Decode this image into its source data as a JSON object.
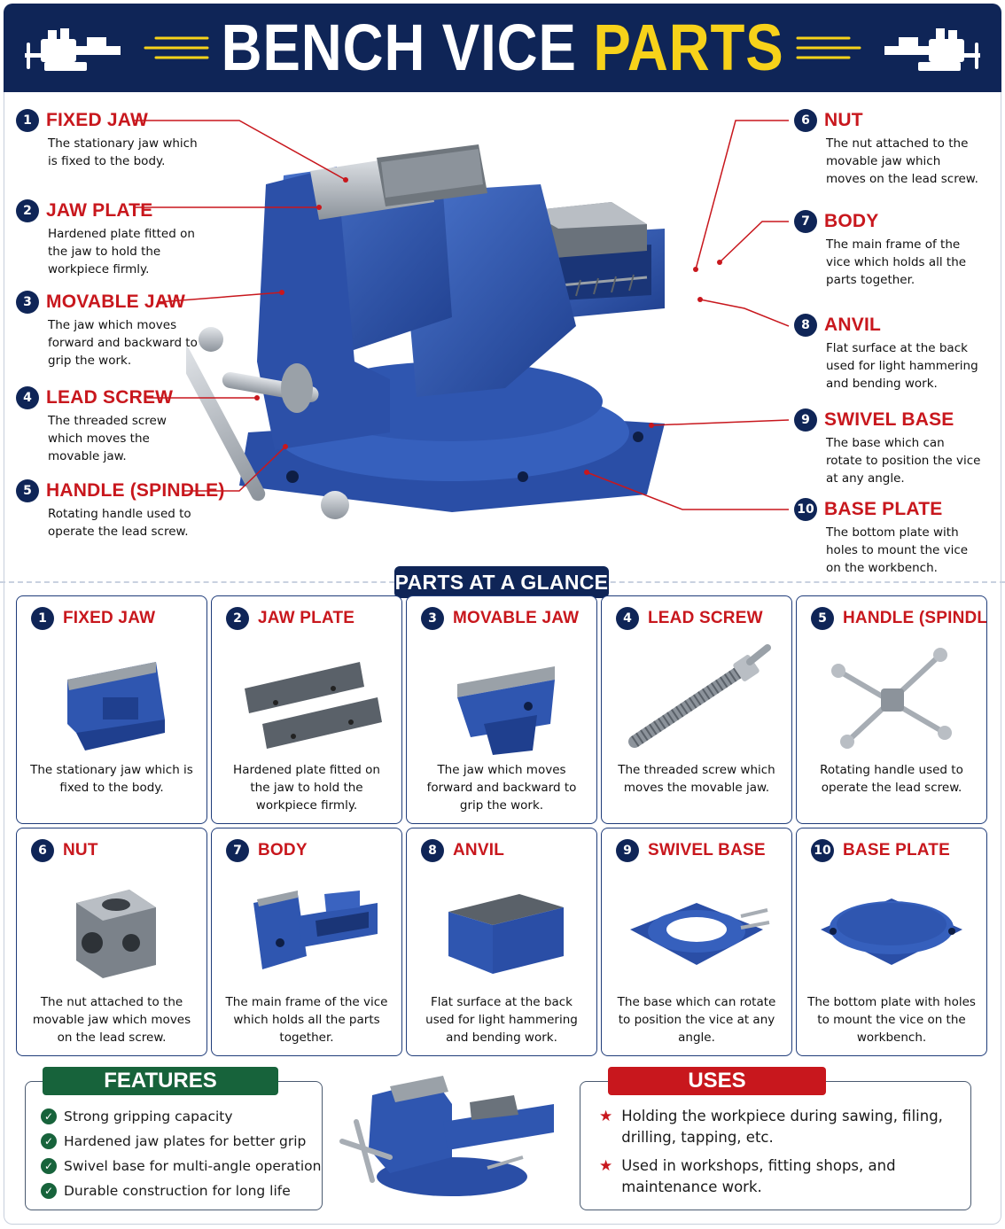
{
  "header": {
    "title_main": "BENCH VICE",
    "title_accent": "PARTS"
  },
  "colors": {
    "navy": "#0f2557",
    "red": "#c8171d",
    "yellow": "#f7d21a",
    "green": "#17633b",
    "vice_blue": "#2f56b0"
  },
  "parts": [
    {
      "num": "1",
      "name": "FIXED JAW",
      "desc": "The stationary jaw which is fixed to the body.",
      "icon": "fixed-jaw-icon"
    },
    {
      "num": "2",
      "name": "JAW PLATE",
      "desc": "Hardened plate fitted on the jaw to hold the workpiece firmly.",
      "icon": "jaw-plate-icon"
    },
    {
      "num": "3",
      "name": "MOVABLE JAW",
      "desc": "The jaw which moves forward and backward to grip the work.",
      "icon": "movable-jaw-icon"
    },
    {
      "num": "4",
      "name": "LEAD SCREW",
      "desc": "The threaded screw which moves the movable jaw.",
      "icon": "lead-screw-icon"
    },
    {
      "num": "5",
      "name": "HANDLE (SPINDLE)",
      "desc": "Rotating handle used to operate the lead screw.",
      "icon": "handle-icon"
    },
    {
      "num": "6",
      "name": "NUT",
      "desc": "The nut attached to the movable jaw which moves on the lead screw.",
      "icon": "nut-icon"
    },
    {
      "num": "7",
      "name": "BODY",
      "desc": "The main frame of the vice which holds all the parts together.",
      "icon": "body-icon"
    },
    {
      "num": "8",
      "name": "ANVIL",
      "desc": "Flat surface at the back used for light hammering and bending work.",
      "icon": "anvil-icon"
    },
    {
      "num": "9",
      "name": "SWIVEL BASE",
      "desc": "The base which can rotate to position the vice at any angle.",
      "icon": "swivel-base-icon"
    },
    {
      "num": "10",
      "name": "BASE PLATE",
      "desc": "The bottom plate with holes to mount the vice on the workbench.",
      "icon": "base-plate-icon"
    }
  ],
  "glance": {
    "title": "PARTS AT A GLANCE"
  },
  "features": {
    "title": "FEATURES",
    "items": [
      "Strong gripping capacity",
      "Hardened jaw plates for better grip",
      "Swivel base for multi-angle operation",
      "Durable construction for long life"
    ]
  },
  "uses": {
    "title": "USES",
    "items": [
      "Holding the workpiece during sawing, filing, drilling, tapping, etc.",
      "Used in workshops, fitting shops, and maintenance work."
    ]
  }
}
